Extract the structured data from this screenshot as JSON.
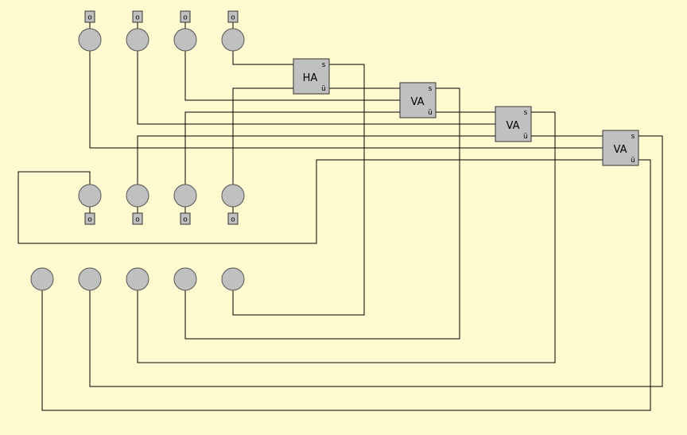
{
  "switch_label": "o",
  "blocks": [
    {
      "label": "HA",
      "out_top": "s",
      "out_bottom": "ü"
    },
    {
      "label": "VA",
      "out_top": "s",
      "out_bottom": "ü"
    },
    {
      "label": "VA",
      "out_top": "s",
      "out_bottom": "ü"
    },
    {
      "label": "VA",
      "out_top": "s",
      "out_bottom": "ü"
    }
  ]
}
